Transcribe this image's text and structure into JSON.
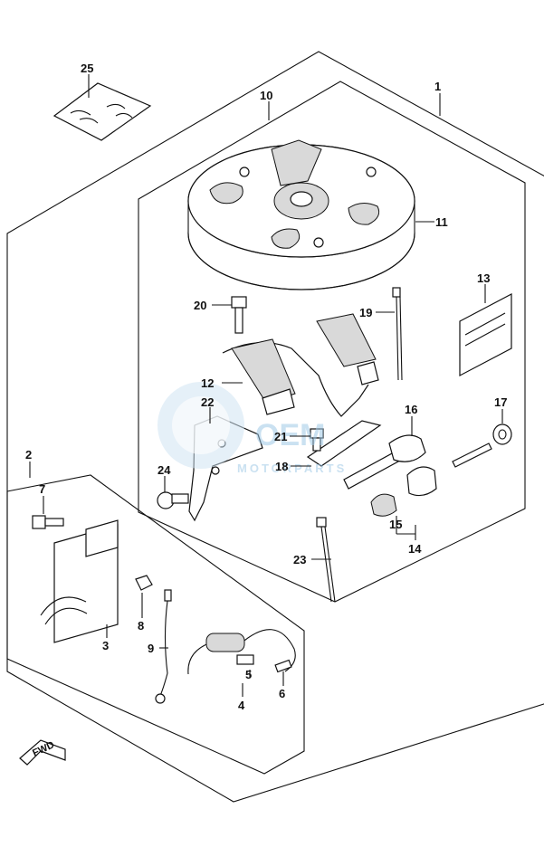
{
  "watermark": {
    "brand": "OEM",
    "sub": "MOTORPARTS"
  },
  "direction_marker": {
    "label": "FWD"
  },
  "callouts": [
    {
      "id": "c1",
      "label": "1"
    },
    {
      "id": "c2",
      "label": "2"
    },
    {
      "id": "c3",
      "label": "3"
    },
    {
      "id": "c4",
      "label": "4"
    },
    {
      "id": "c5",
      "label": "5"
    },
    {
      "id": "c6",
      "label": "6"
    },
    {
      "id": "c7",
      "label": "7"
    },
    {
      "id": "c8",
      "label": "8"
    },
    {
      "id": "c9",
      "label": "9"
    },
    {
      "id": "c10",
      "label": "10"
    },
    {
      "id": "c11",
      "label": "11"
    },
    {
      "id": "c12",
      "label": "12"
    },
    {
      "id": "c13",
      "label": "13"
    },
    {
      "id": "c14",
      "label": "14"
    },
    {
      "id": "c15",
      "label": "15"
    },
    {
      "id": "c16",
      "label": "16"
    },
    {
      "id": "c17",
      "label": "17"
    },
    {
      "id": "c18",
      "label": "18"
    },
    {
      "id": "c19",
      "label": "19"
    },
    {
      "id": "c20",
      "label": "20"
    },
    {
      "id": "c21",
      "label": "21"
    },
    {
      "id": "c22",
      "label": "22"
    },
    {
      "id": "c23",
      "label": "23"
    },
    {
      "id": "c24",
      "label": "24"
    },
    {
      "id": "c25",
      "label": "25"
    }
  ]
}
